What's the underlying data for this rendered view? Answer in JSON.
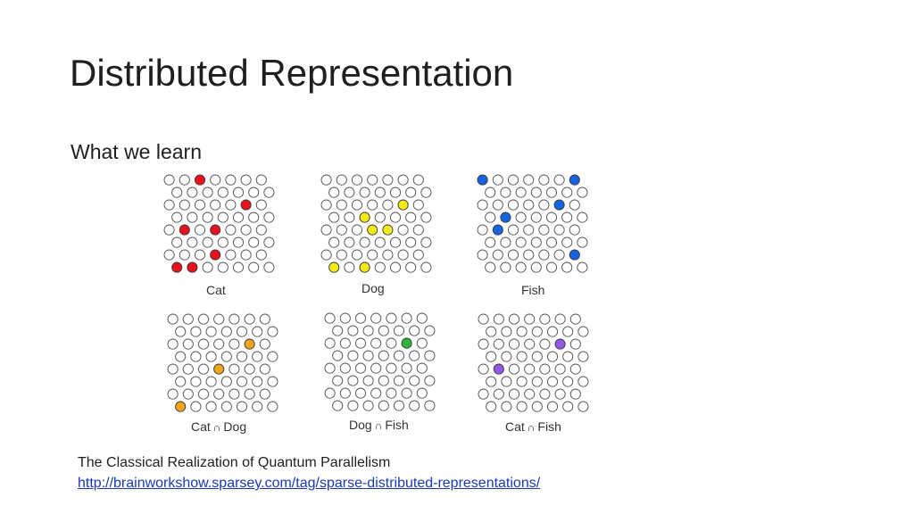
{
  "slide": {
    "title": "Distributed Representation",
    "subtitle": "What we learn",
    "source_text": "The Classical Realization of Quantum Parallelism",
    "source_link": "http://brainworkshow.sparsey.com/tag/sparse-distributed-representations/"
  },
  "grid_spec": {
    "rows": 8,
    "cols_even_row": 7,
    "cols_odd_row": 7
  },
  "panels": [
    {
      "caption": "Cat",
      "caption_left": "",
      "caption_right": "",
      "color": "#e8121a",
      "active": [
        [
          0,
          2
        ],
        [
          2,
          5
        ],
        [
          4,
          1
        ],
        [
          4,
          3
        ],
        [
          6,
          3
        ],
        [
          7,
          0
        ],
        [
          7,
          1
        ]
      ]
    },
    {
      "caption": "Dog",
      "caption_left": "",
      "caption_right": "",
      "color": "#f2ea19",
      "active": [
        [
          2,
          5
        ],
        [
          3,
          2
        ],
        [
          4,
          3
        ],
        [
          4,
          4
        ],
        [
          7,
          0
        ],
        [
          7,
          2
        ]
      ]
    },
    {
      "caption": "Fish",
      "caption_left": "",
      "caption_right": "",
      "color": "#1463e0",
      "active": [
        [
          0,
          0
        ],
        [
          0,
          6
        ],
        [
          2,
          5
        ],
        [
          3,
          1
        ],
        [
          4,
          1
        ],
        [
          6,
          6
        ]
      ]
    },
    {
      "caption": "",
      "caption_left": "Cat",
      "caption_right": "Dog",
      "color": "#f0a51c",
      "active": [
        [
          2,
          5
        ],
        [
          4,
          3
        ],
        [
          7,
          0
        ]
      ]
    },
    {
      "caption": "",
      "caption_left": "Dog",
      "caption_right": "Fish",
      "color": "#2fb53a",
      "active": [
        [
          2,
          5
        ]
      ]
    },
    {
      "caption": "",
      "caption_left": "Cat",
      "caption_right": "Fish",
      "color": "#9457e6",
      "active": [
        [
          2,
          5
        ],
        [
          4,
          1
        ]
      ]
    }
  ],
  "intersection_symbol": "∩"
}
